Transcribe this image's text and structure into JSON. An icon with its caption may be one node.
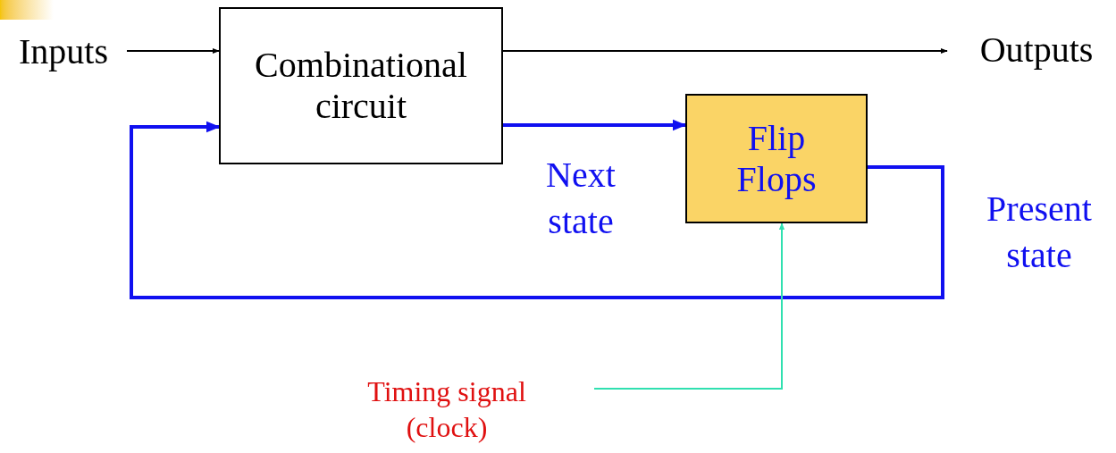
{
  "diagram": {
    "nodes": [
      {
        "text": [
          "Inputs"
        ]
      },
      {
        "text": [
          "Combinational circuit"
        ]
      },
      {
        "text": [
          "Outputs"
        ]
      },
      {
        "text": [
          "Flip Flops"
        ]
      },
      {
        "text": [
          "Timing signal (clock)"
        ]
      }
    ],
    "edges": [
      {
        "from": 0,
        "to": 1,
        "arrow": "to"
      },
      {
        "from": 1,
        "to": 2,
        "arrow": "to"
      },
      {
        "from": 1,
        "to": 3,
        "arrow": "to",
        "label": "Next state",
        "style": "thick",
        "color": "#1010f0"
      },
      {
        "from": 3,
        "to": 1,
        "arrow": "to",
        "label": "Present state",
        "style": "thick",
        "color": "#1010f0"
      },
      {
        "from": 4,
        "to": 3,
        "arrow": "to",
        "color": "#30e0b0"
      }
    ]
  }
}
